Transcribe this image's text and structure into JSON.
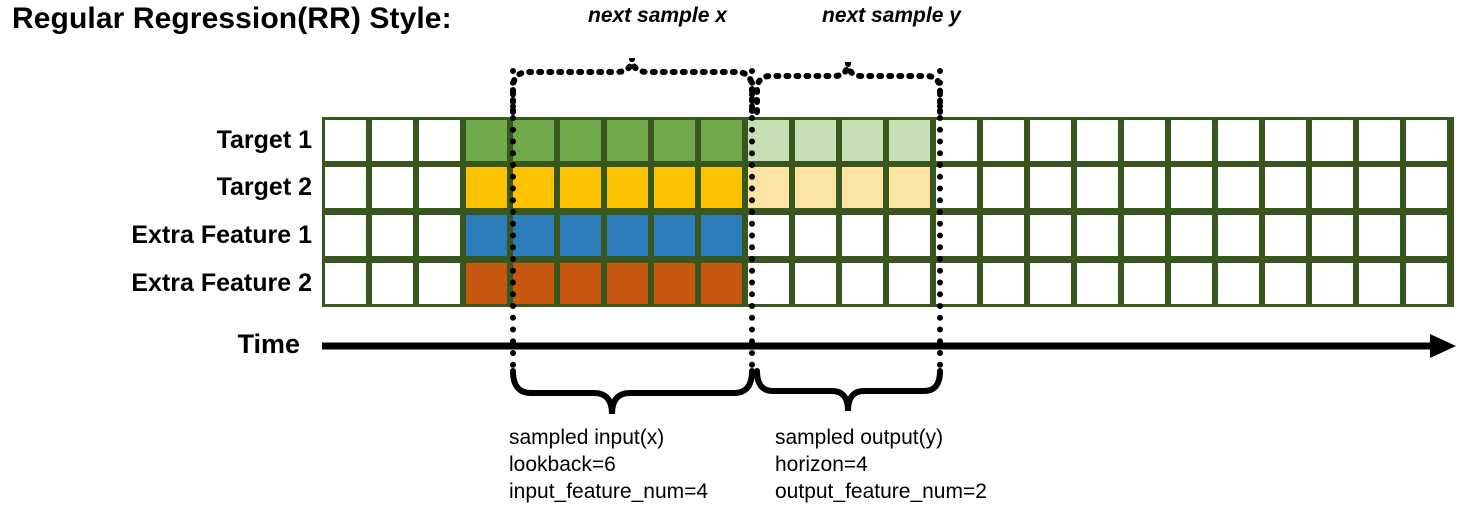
{
  "title": "Regular Regression(RR) Style:",
  "grid": {
    "total_columns": 24,
    "row_labels": [
      "Target 1",
      "Target 2",
      "Extra Feature 1",
      "Extra Feature 2"
    ],
    "rows": [
      {
        "name": "Target 1",
        "fills": [
          "white",
          "white",
          "white",
          "green",
          "green",
          "green",
          "green",
          "green",
          "green",
          "greenlt",
          "greenlt",
          "greenlt",
          "greenlt",
          "white",
          "white",
          "white",
          "white",
          "white",
          "white",
          "white",
          "white",
          "white",
          "white",
          "white"
        ]
      },
      {
        "name": "Target 2",
        "fills": [
          "white",
          "white",
          "white",
          "gold",
          "gold",
          "gold",
          "gold",
          "gold",
          "gold",
          "goldlt",
          "goldlt",
          "goldlt",
          "goldlt",
          "white",
          "white",
          "white",
          "white",
          "white",
          "white",
          "white",
          "white",
          "white",
          "white",
          "white"
        ]
      },
      {
        "name": "Extra Feature 1",
        "fills": [
          "white",
          "white",
          "white",
          "blue",
          "blue",
          "blue",
          "blue",
          "blue",
          "blue",
          "white",
          "white",
          "white",
          "white",
          "white",
          "white",
          "white",
          "white",
          "white",
          "white",
          "white",
          "white",
          "white",
          "white",
          "white"
        ]
      },
      {
        "name": "Extra Feature 2",
        "fills": [
          "white",
          "white",
          "white",
          "orange",
          "orange",
          "orange",
          "orange",
          "orange",
          "orange",
          "white",
          "white",
          "white",
          "white",
          "white",
          "white",
          "white",
          "white",
          "white",
          "white",
          "white",
          "white",
          "white",
          "white",
          "white"
        ]
      }
    ],
    "colors": {
      "border": "#38571f",
      "green": "#6fa94a",
      "green_light": "#c6dfb4",
      "gold": "#fcc200",
      "gold_light": "#fce3a4",
      "blue": "#2e7cba",
      "orange": "#c75812",
      "empty": "#ffffff"
    }
  },
  "time_axis": {
    "label": "Time"
  },
  "top_annotations": [
    {
      "label": "next sample x",
      "span_columns": 6
    },
    {
      "label": "next sample y",
      "span_columns": 4
    }
  ],
  "bottom_annotations": [
    {
      "lines": [
        "sampled input(x)",
        "lookback=6",
        "input_feature_num=4"
      ]
    },
    {
      "lines": [
        "sampled output(y)",
        "horizon=4",
        "output_feature_num=2"
      ]
    }
  ]
}
